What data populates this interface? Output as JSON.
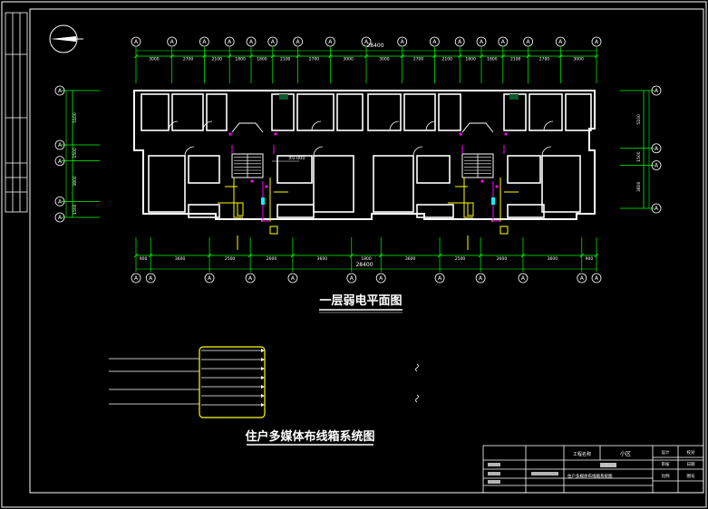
{
  "drawing": {
    "plan_title": "一层弱电平面图",
    "system_title": "住户多媒体布线箱系统图",
    "total_dim_top": "28400",
    "total_dim_bottom": "28400",
    "elevation_mark": "±0.000",
    "axis_label": "A",
    "top_dims": [
      "3000",
      "2700",
      "2100",
      "1800",
      "1800",
      "2100",
      "2700",
      "3000",
      "3000",
      "2700",
      "2100",
      "1800",
      "1800",
      "2100",
      "2700",
      "3000"
    ],
    "bottom_dims": [
      "900",
      "3600",
      "2500",
      "2600",
      "3600",
      "1800",
      "3600",
      "2500",
      "2600",
      "3600",
      "900"
    ],
    "left_dims": [
      "5100",
      "1500",
      "3800",
      "1500"
    ],
    "right_dims": [
      "5100",
      "1500",
      "3800"
    ],
    "colors": {
      "walls": "#ffffff",
      "dims": "#00ff00",
      "wiring": "#ffff00",
      "wiring_alt": "#ff00ff",
      "fixture": "#00ffff",
      "system_box": "#ffff00"
    }
  },
  "title_block": {
    "project_label": "工程名称",
    "project_value": "小区",
    "drawing_name": "住户多媒体布线箱系统图",
    "cells": [
      "设计",
      "校对",
      "审核",
      "日期",
      "比例",
      "图号"
    ]
  }
}
